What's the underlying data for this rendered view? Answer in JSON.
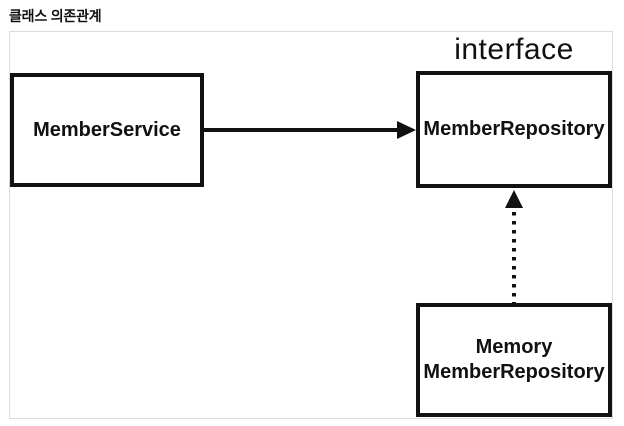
{
  "page": {
    "title": "클래스 의존관계"
  },
  "diagram": {
    "interface_label": "interface",
    "nodes": {
      "member_service": {
        "label": "MemberService"
      },
      "member_repository": {
        "label": "MemberRepository",
        "stereotype": "interface"
      },
      "memory_member_repository": {
        "line1": "Memory",
        "line2": "MemberRepository"
      }
    },
    "edges": [
      {
        "from": "MemberService",
        "to": "MemberRepository",
        "style": "solid-arrow"
      },
      {
        "from": "Memory MemberRepository",
        "to": "MemberRepository",
        "style": "dotted-arrow"
      }
    ]
  },
  "colors": {
    "node-border": "#111111",
    "frame-border": "#dcdcdc",
    "text": "#111111",
    "background": "#ffffff"
  }
}
